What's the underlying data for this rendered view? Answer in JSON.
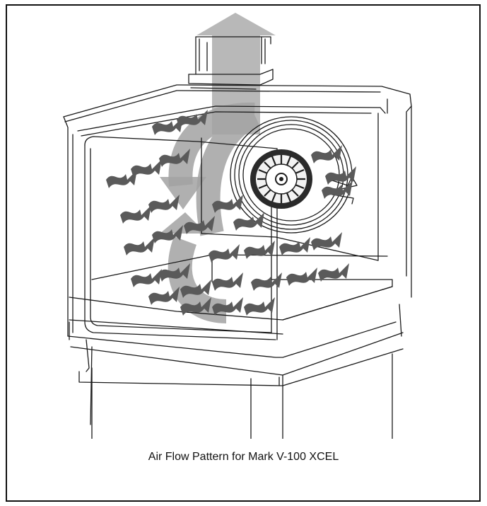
{
  "figure": {
    "caption": "Air Flow Pattern for Mark V-100 XCEL",
    "colors": {
      "line": "#1a1a1a",
      "exhaust_arrow": "#b3b3b3",
      "circulation_arrow": "#9e9e9e",
      "airflow_arrow": "#5a5a5a",
      "fan_wheel": "#1e1e1e"
    },
    "icons": [
      "oven-outline",
      "exhaust-arrow",
      "circulation-arrow",
      "airflow-arrow",
      "blower-fan-wheel"
    ]
  }
}
